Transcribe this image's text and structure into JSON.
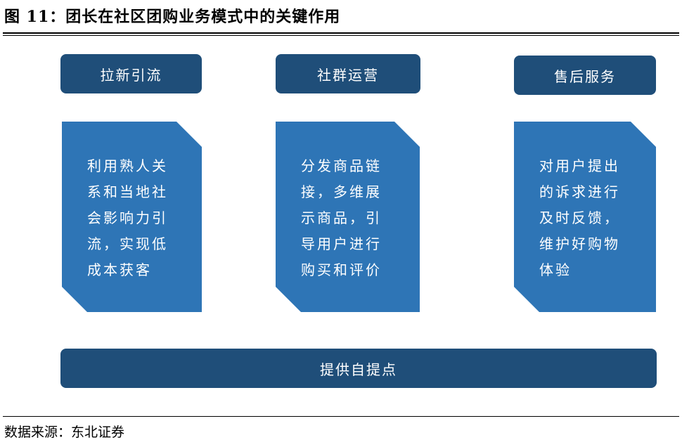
{
  "title": "图 11：团长在社区团购业务模式中的关键作用",
  "columns": [
    {
      "header": "拉新引流",
      "lines": [
        "利用熟人关",
        "系和当地社",
        "会影响力引",
        "流，实现低",
        "成本获客"
      ]
    },
    {
      "header": "社群运营",
      "lines": [
        "分发商品链",
        "接，多维展",
        "示商品，引",
        "导用户进行",
        "购买和评价"
      ]
    },
    {
      "header": "售后服务",
      "lines": [
        "对用户提出",
        "的诉求进行",
        "及时反馈，",
        "维护好购物",
        "体验"
      ]
    }
  ],
  "bottom_bar": "提供自提点",
  "source": "数据来源：东北证券",
  "colors": {
    "header": "#1F4E79",
    "body": "#2E75B6"
  }
}
